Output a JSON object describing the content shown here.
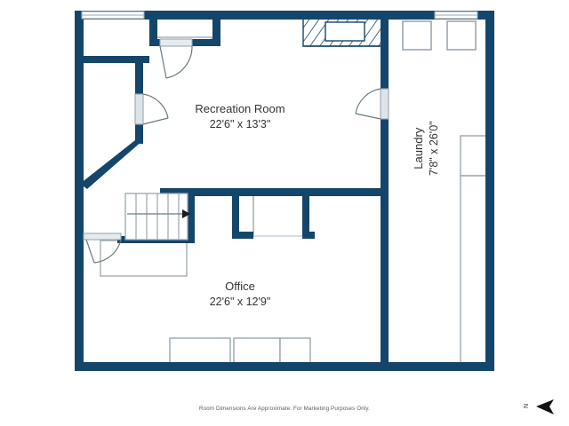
{
  "document": {
    "type": "floor-plan",
    "level": "basement",
    "background_color": "#ffffff",
    "wall_color": "#14466b",
    "fixture_outline_color": "#9aa7b0",
    "text_color": "#333333"
  },
  "rooms": [
    {
      "id": "recreation-room",
      "name": "Recreation Room",
      "dimensions": "22'6\" x 13'3\""
    },
    {
      "id": "office",
      "name": "Office",
      "dimensions": "22'6\" x 12'9\""
    },
    {
      "id": "laundry",
      "name": "Laundry",
      "dimensions": "7'8\" x 26'0\"",
      "rotated": "-90"
    }
  ],
  "footer": {
    "disclaimer": "Room Dimensions Are Approximate. For Marketing Purposes Only."
  },
  "compass": {
    "letter": "N",
    "direction": "west-pointing-arrow"
  }
}
